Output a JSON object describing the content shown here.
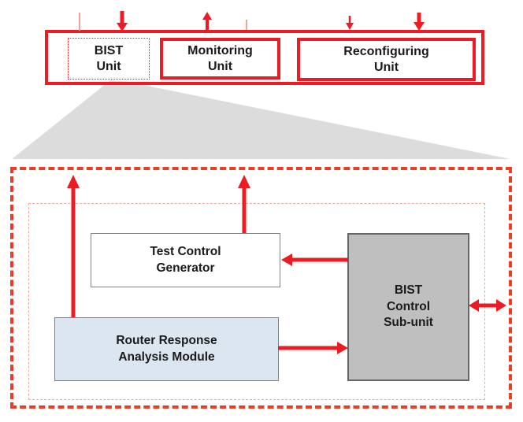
{
  "colors": {
    "red": "#ec1c24",
    "dashed_red": "#e93e23",
    "wire_pink": "#f2a29e",
    "dotted_pink": "#f2a7a2",
    "triangle_gray": "#dcdcdc",
    "block_gray_fill": "#bfbfbf",
    "block_gray_border": "#666666",
    "block_blue_fill": "#dce6f1",
    "block_border": "#808080",
    "text": "#1a1a1a"
  },
  "top_bar": {
    "units": [
      {
        "id": "bist-unit",
        "label": "BIST\nUnit"
      },
      {
        "id": "monitoring-unit",
        "label": "Monitoring\nUnit"
      },
      {
        "id": "reconfiguring-unit",
        "label": "Reconfiguring\nUnit"
      }
    ]
  },
  "detail": {
    "blocks": [
      {
        "id": "test-control-generator",
        "label": "Test Control\nGenerator"
      },
      {
        "id": "router-response-analysis-module",
        "label": "Router Response\nAnalysis Module"
      },
      {
        "id": "bist-control-subunit",
        "label": "BIST\nControl\nSub-unit"
      }
    ]
  }
}
